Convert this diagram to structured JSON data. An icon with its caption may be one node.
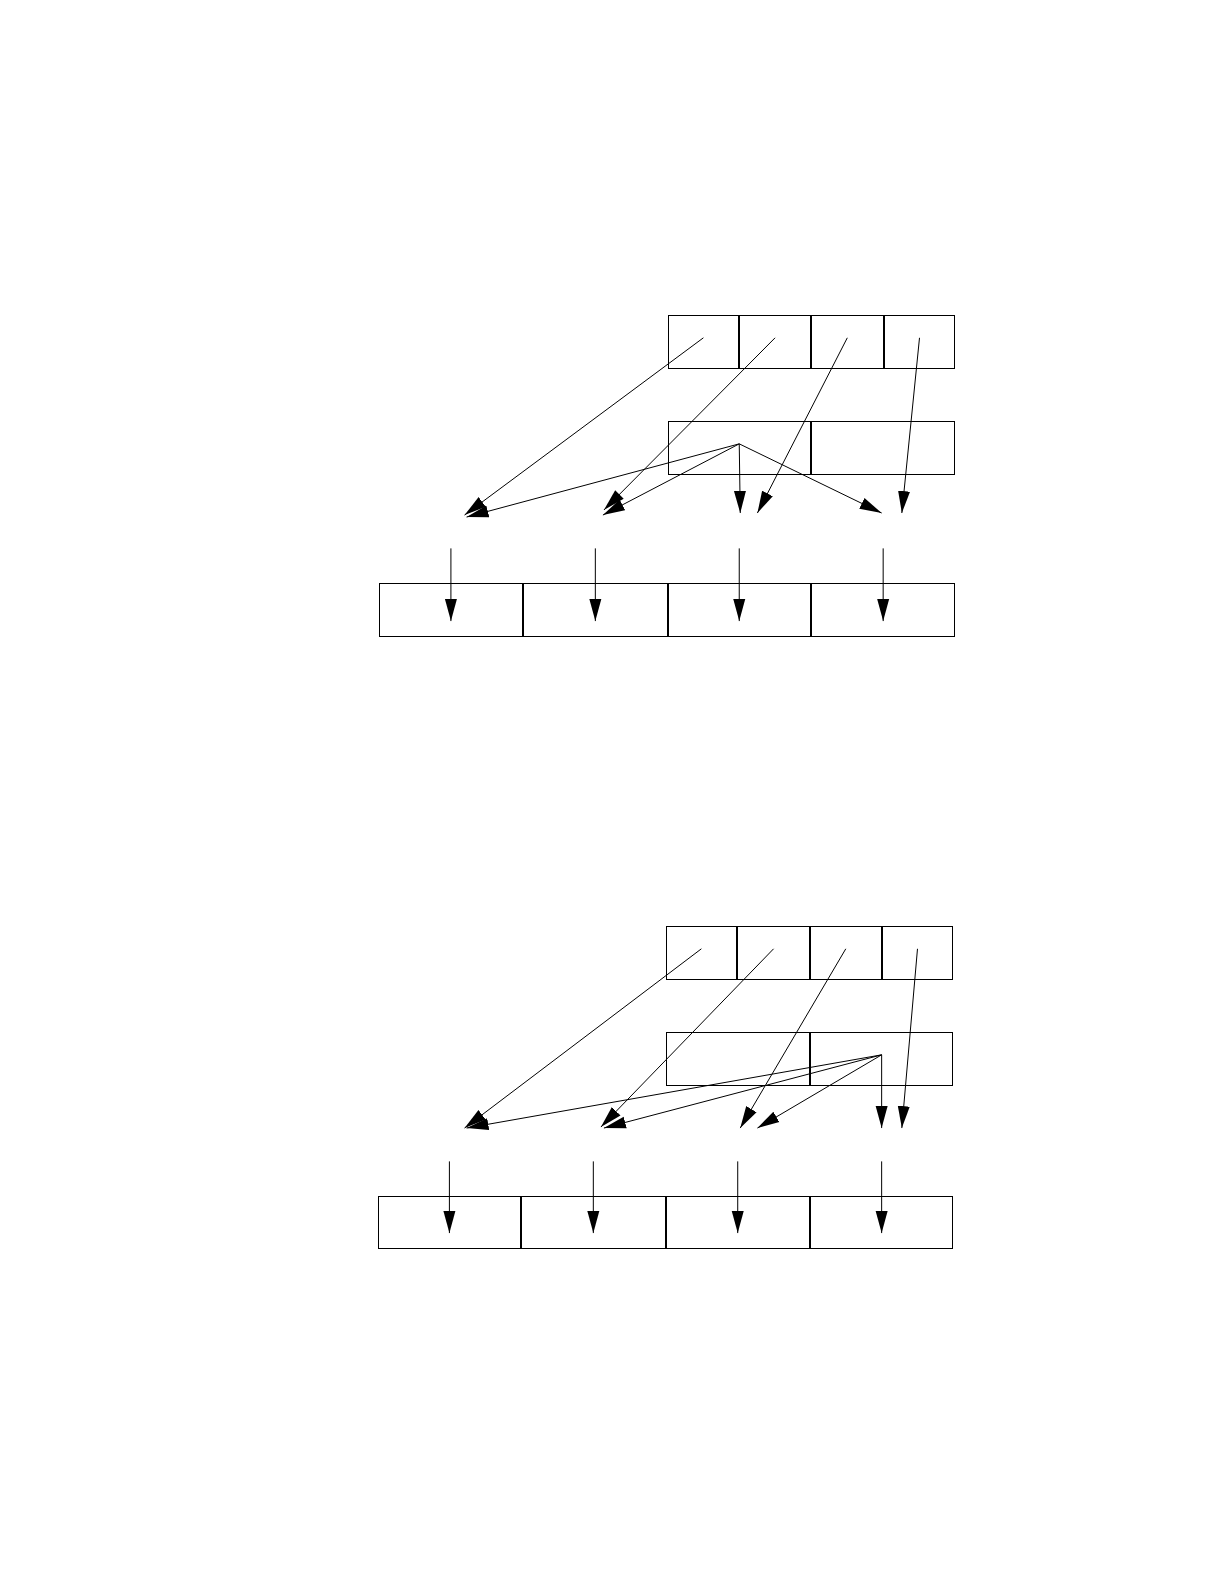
{
  "diagram": {
    "nodes": [
      {
        "text": [],
        "shape": "box"
      },
      {
        "text": [],
        "shape": "box"
      },
      {
        "text": [],
        "shape": "box"
      },
      {
        "text": [],
        "shape": "box"
      },
      {
        "text": [],
        "shape": "box"
      },
      {
        "text": [],
        "shape": "box"
      },
      {
        "text": [],
        "shape": "box"
      },
      {
        "text": [],
        "shape": "box"
      },
      {
        "text": [],
        "shape": "box"
      },
      {
        "text": [],
        "shape": "box"
      },
      {
        "text": [],
        "shape": "box"
      },
      {
        "text": [],
        "shape": "box"
      },
      {
        "text": [],
        "shape": "box"
      },
      {
        "text": [],
        "shape": "box"
      },
      {
        "text": [],
        "shape": "box"
      },
      {
        "text": [],
        "shape": "box"
      },
      {
        "text": [],
        "shape": "box"
      },
      {
        "text": [],
        "shape": "box"
      },
      {
        "text": [],
        "shape": "box"
      },
      {
        "text": [],
        "shape": "box"
      }
    ],
    "edges": [
      {
        "from": 0,
        "to": null,
        "arrow": "to"
      },
      {
        "from": 1,
        "to": null,
        "arrow": "to"
      },
      {
        "from": 2,
        "to": null,
        "arrow": "to"
      },
      {
        "from": 3,
        "to": null,
        "arrow": "to"
      },
      {
        "from": 4,
        "to": null,
        "arrow": "to"
      },
      {
        "from": 4,
        "to": null,
        "arrow": "to"
      },
      {
        "from": 4,
        "to": null,
        "arrow": "to"
      },
      {
        "from": 4,
        "to": null,
        "arrow": "to"
      },
      {
        "from": null,
        "to": 6,
        "arrow": "to"
      },
      {
        "from": null,
        "to": 7,
        "arrow": "to"
      },
      {
        "from": null,
        "to": 8,
        "arrow": "to"
      },
      {
        "from": null,
        "to": 9,
        "arrow": "to"
      },
      {
        "from": 10,
        "to": null,
        "arrow": "to"
      },
      {
        "from": 11,
        "to": null,
        "arrow": "to"
      },
      {
        "from": 12,
        "to": null,
        "arrow": "to"
      },
      {
        "from": 13,
        "to": null,
        "arrow": "to"
      },
      {
        "from": 15,
        "to": null,
        "arrow": "to"
      },
      {
        "from": 15,
        "to": null,
        "arrow": "to"
      },
      {
        "from": 15,
        "to": null,
        "arrow": "to"
      },
      {
        "from": 15,
        "to": null,
        "arrow": "to"
      },
      {
        "from": null,
        "to": 16,
        "arrow": "to"
      },
      {
        "from": null,
        "to": 17,
        "arrow": "to"
      },
      {
        "from": null,
        "to": 18,
        "arrow": "to"
      },
      {
        "from": null,
        "to": 19,
        "arrow": "to"
      }
    ]
  }
}
